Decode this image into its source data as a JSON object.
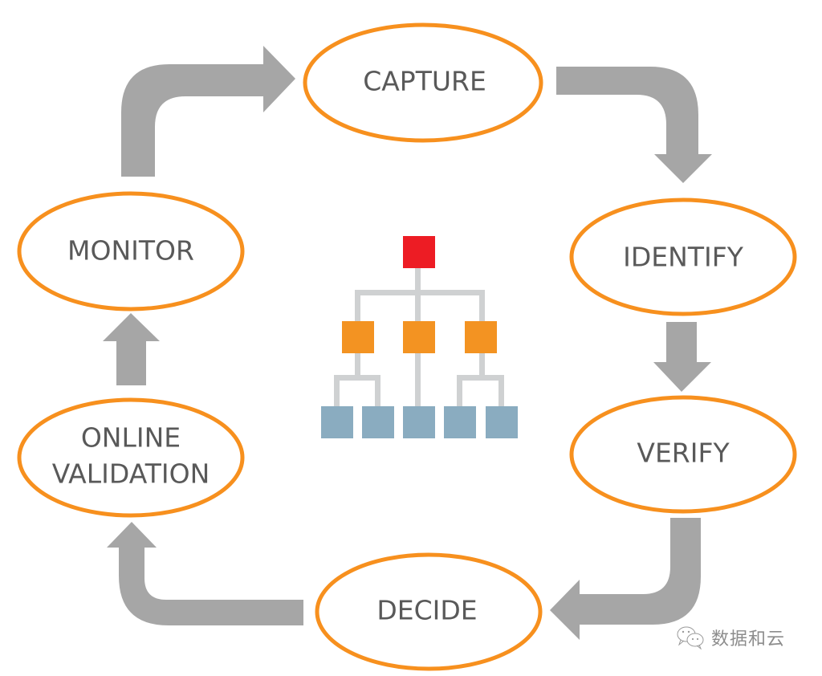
{
  "diagram": {
    "title": "",
    "colors": {
      "node_stroke": "#f7901e",
      "node_fill": "#ffffff",
      "label": "#595959",
      "arrow": "#a6a6a6",
      "tree_root": "#ed1c24",
      "tree_mid": "#f39322",
      "tree_leaf": "#8aacc0",
      "tree_connector": "#cfd1d2"
    },
    "nodes": [
      {
        "id": "capture",
        "lines": [
          "CAPTURE"
        ]
      },
      {
        "id": "identify",
        "lines": [
          "IDENTIFY"
        ]
      },
      {
        "id": "verify",
        "lines": [
          "VERIFY"
        ]
      },
      {
        "id": "decide",
        "lines": [
          "DECIDE"
        ]
      },
      {
        "id": "online-validation",
        "lines": [
          "ONLINE",
          "VALIDATION"
        ]
      },
      {
        "id": "monitor",
        "lines": [
          "MONITOR"
        ]
      }
    ],
    "edges": [
      {
        "from": "capture",
        "to": "identify"
      },
      {
        "from": "identify",
        "to": "verify"
      },
      {
        "from": "verify",
        "to": "decide"
      },
      {
        "from": "decide",
        "to": "online-validation"
      },
      {
        "from": "online-validation",
        "to": "monitor"
      },
      {
        "from": "monitor",
        "to": "capture"
      }
    ],
    "center_icon": {
      "name": "hierarchy-tree-icon",
      "levels": [
        1,
        3,
        5
      ]
    }
  },
  "watermark": {
    "icon": "wechat-icon",
    "text": "数据和云"
  }
}
